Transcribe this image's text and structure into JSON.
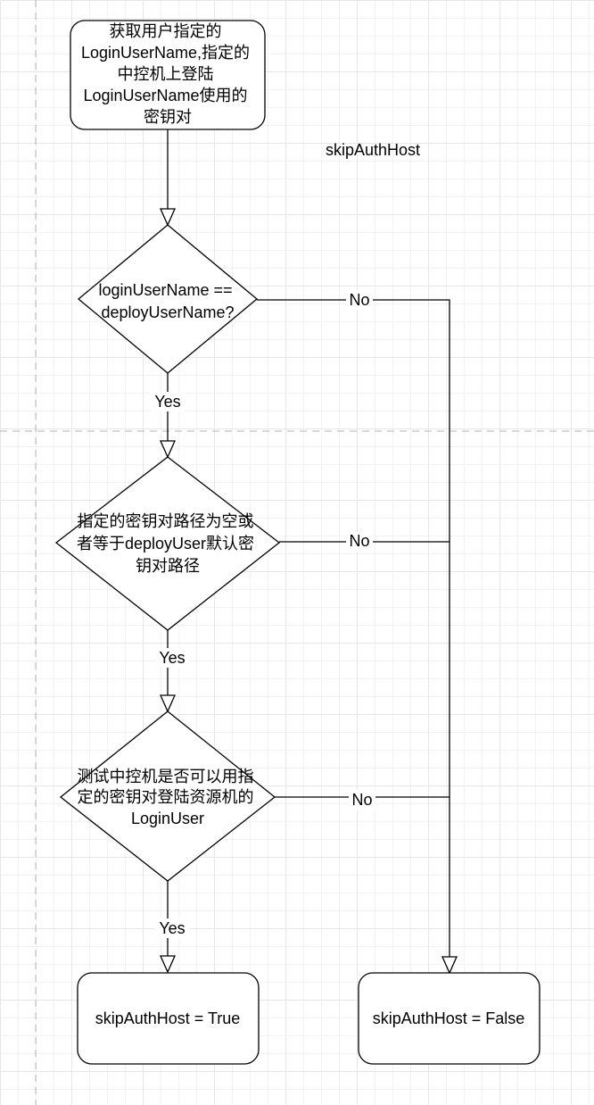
{
  "diagram": {
    "title": "skipAuthHost",
    "nodes": {
      "start": {
        "lines": [
          "获取用户指定的",
          "LoginUserName,指定的",
          "中控机上登陆",
          "LoginUserName使用的",
          "密钥对"
        ]
      },
      "decision1": {
        "lines": [
          "loginUserName ==",
          "deployUserName?"
        ]
      },
      "decision2": {
        "lines": [
          "指定的密钥对路径为空或",
          "者等于deployUser默认密",
          "钥对路径"
        ]
      },
      "decision3": {
        "lines": [
          "测试中控机是否可以用指",
          "定的密钥对登陆资源机的",
          "LoginUser"
        ]
      },
      "result_true": {
        "lines": [
          "skipAuthHost = True"
        ]
      },
      "result_false": {
        "lines": [
          "skipAuthHost = False"
        ]
      }
    },
    "edge_labels": {
      "d1_yes": "Yes",
      "d1_no": "No",
      "d2_yes": "Yes",
      "d2_no": "No",
      "d3_yes": "Yes",
      "d3_no": "No"
    },
    "colors": {
      "stroke": "#000000",
      "fill": "#ffffff",
      "text": "#000000",
      "guide": "#b3b3b3"
    }
  }
}
